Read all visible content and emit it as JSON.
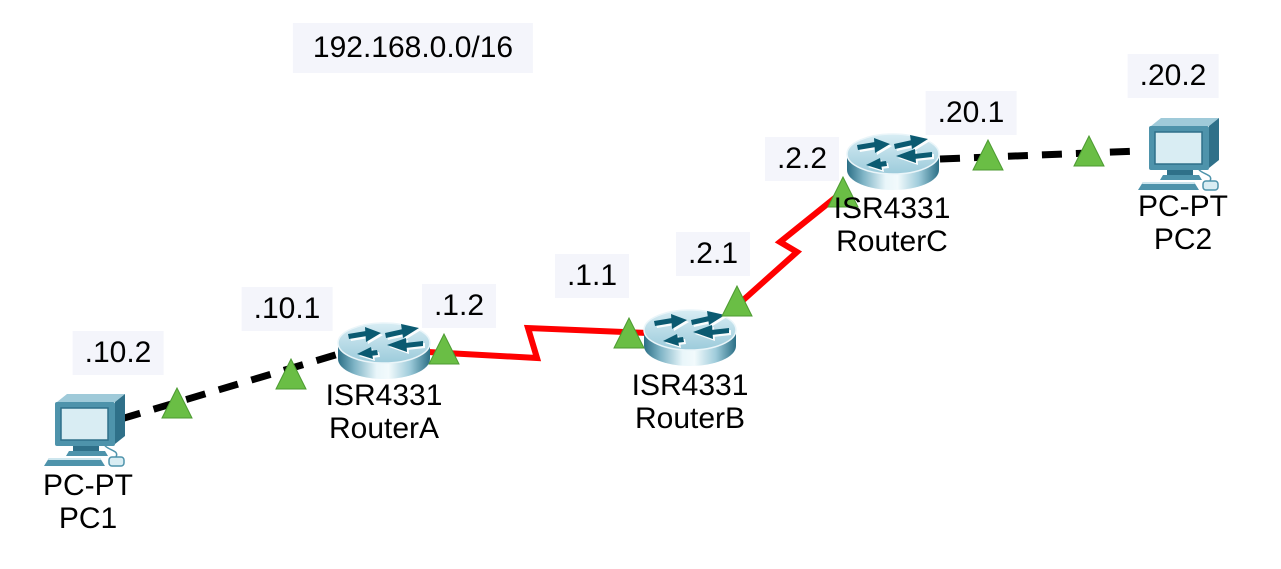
{
  "app": {
    "title": "Packet Tracer logical topology",
    "background": "#ffffff"
  },
  "network": {
    "label": "192.168.0.0/16"
  },
  "colors": {
    "ethernet_link": "#000000",
    "serial_link": "#ff0000",
    "status_up_fill": "#6abe45",
    "status_up_stroke": "#4c9a31",
    "label_bg": "#f4f5fb",
    "text": "#000000"
  },
  "devices": [
    {
      "id": "pc1",
      "type": "pc",
      "model": "PC-PT",
      "name": "PC1"
    },
    {
      "id": "routerA",
      "type": "router",
      "model": "ISR4331",
      "name": "RouterA"
    },
    {
      "id": "routerB",
      "type": "router",
      "model": "ISR4331",
      "name": "RouterB"
    },
    {
      "id": "routerC",
      "type": "router",
      "model": "ISR4331",
      "name": "RouterC"
    },
    {
      "id": "pc2",
      "type": "pc",
      "model": "PC-PT",
      "name": "PC2"
    }
  ],
  "interface_labels": [
    {
      "id": "pc1-ip",
      "text": ".10.2"
    },
    {
      "id": "routerA-lan",
      "text": ".10.1"
    },
    {
      "id": "routerA-ser",
      "text": ".1.2"
    },
    {
      "id": "routerB-ser0",
      "text": ".1.1"
    },
    {
      "id": "routerB-ser1",
      "text": ".2.1"
    },
    {
      "id": "routerC-ser",
      "text": ".2.2"
    },
    {
      "id": "routerC-lan",
      "text": ".20.1"
    },
    {
      "id": "pc2-ip",
      "text": ".20.2"
    }
  ],
  "links": [
    {
      "id": "pc1-routerA",
      "type": "ethernet",
      "status": "up"
    },
    {
      "id": "routerA-routerB",
      "type": "serial",
      "status": "up"
    },
    {
      "id": "routerB-routerC",
      "type": "serial",
      "status": "up"
    },
    {
      "id": "routerC-pc2",
      "type": "ethernet",
      "status": "up"
    }
  ]
}
